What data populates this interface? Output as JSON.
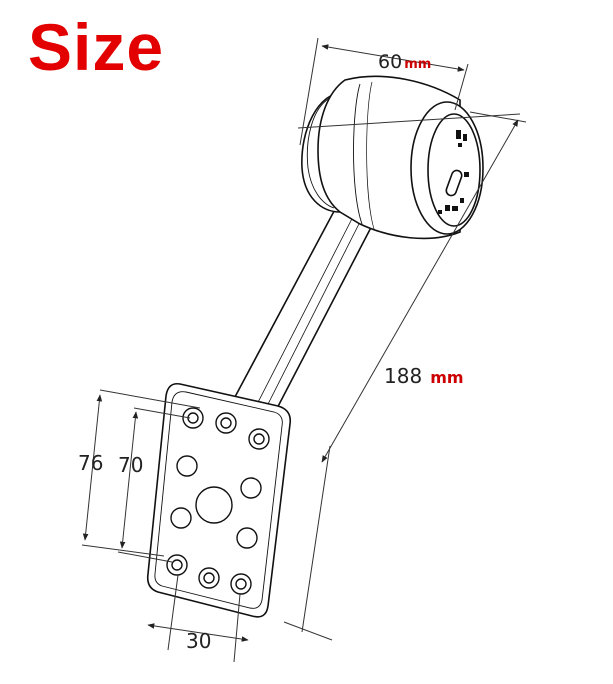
{
  "title": "Size",
  "colors": {
    "title": "#e30000",
    "unit": "#cc0000",
    "line": "#111111",
    "dim": "#333333"
  },
  "dimensions": {
    "top_width": {
      "value": "60",
      "unit": "mm"
    },
    "length": {
      "value": "188",
      "unit": "mm"
    },
    "plate_outer_height": {
      "value": "76"
    },
    "hole_spacing_height": {
      "value": "70"
    },
    "hole_spacing_width": {
      "value": "30"
    }
  }
}
